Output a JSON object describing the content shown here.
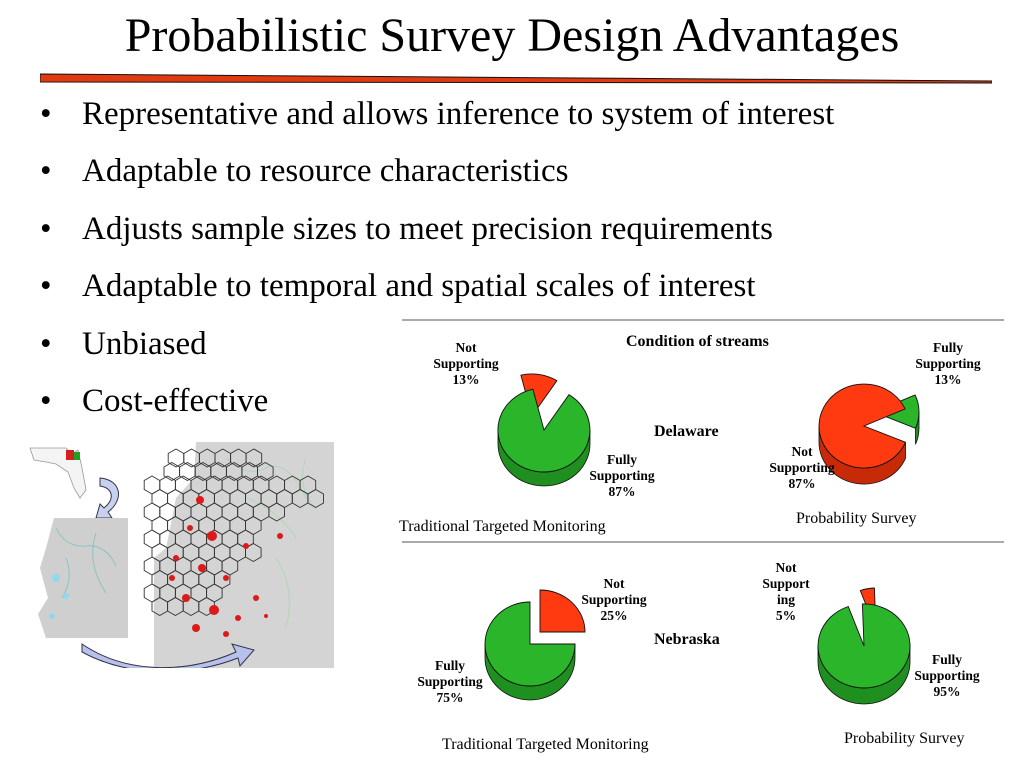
{
  "slide": {
    "title": "Probabilistic Survey Design Advantages",
    "bullets": [
      "Representative and allows inference to system of interest",
      "Adaptable to resource characteristics",
      "Adjusts sample sizes to meet precision requirements",
      "Adaptable to temporal and spatial scales of interest",
      "Unbiased",
      "Cost-effective"
    ]
  },
  "colors": {
    "green": "#2ab52a",
    "red": "#ff3a10",
    "rule": "#e03a10"
  },
  "chart_data": [
    {
      "type": "pie",
      "group_title": "Condition of streams",
      "region": "Delaware",
      "caption": "Traditional Targeted Monitoring",
      "slices": [
        {
          "name": "Not Supporting",
          "label": [
            "Not",
            "Supporting",
            "13%"
          ],
          "value": 13
        },
        {
          "name": "Fully Supporting",
          "label": [
            "Fully",
            "Supporting",
            "87%"
          ],
          "value": 87
        }
      ]
    },
    {
      "type": "pie",
      "region": "Delaware",
      "caption": "Probability Survey",
      "slices": [
        {
          "name": "Fully Supporting",
          "label": [
            "Fully",
            "Supporting",
            "13%"
          ],
          "value": 13
        },
        {
          "name": "Not Supporting",
          "label": [
            "Not",
            "Supporting",
            "87%"
          ],
          "value": 87
        }
      ]
    },
    {
      "type": "pie",
      "region": "Nebraska",
      "caption": "Traditional Targeted Monitoring",
      "slices": [
        {
          "name": "Not Supporting",
          "label": [
            "Not",
            "Supporting",
            "25%"
          ],
          "value": 25
        },
        {
          "name": "Fully Supporting",
          "label": [
            "Fully",
            "Supporting",
            "75%"
          ],
          "value": 75
        }
      ]
    },
    {
      "type": "pie",
      "region": "Nebraska",
      "caption": "Probability Survey",
      "slices": [
        {
          "name": "Not Supporting",
          "label": [
            "Not",
            "Support",
            "ing",
            "5%"
          ],
          "value": 5
        },
        {
          "name": "Fully Supporting",
          "label": [
            "Fully",
            "Supporting",
            "95%"
          ],
          "value": 95
        }
      ]
    }
  ]
}
